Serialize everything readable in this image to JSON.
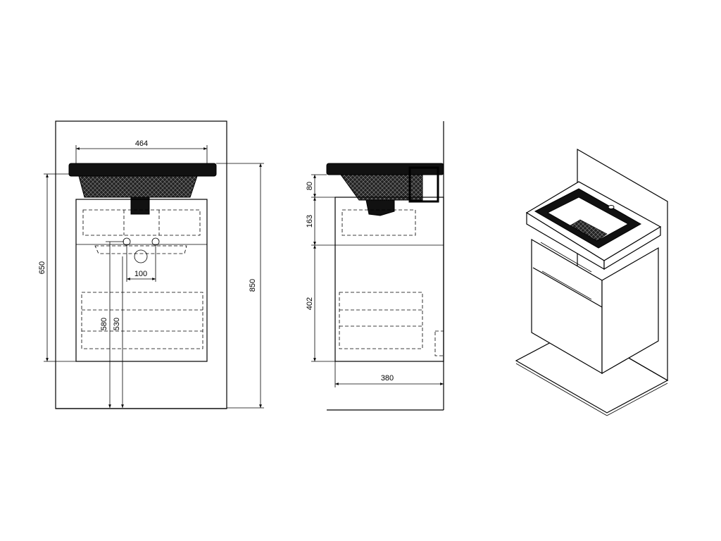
{
  "dimensions": {
    "front_width": "464",
    "front_height_650": "650",
    "front_height_850": "850",
    "front_580": "580",
    "front_530": "530",
    "front_100": "100",
    "side_80": "80",
    "side_163": "163",
    "side_402": "402",
    "side_depth": "380"
  },
  "colors": {
    "line": "#000000",
    "background": "#ffffff"
  }
}
